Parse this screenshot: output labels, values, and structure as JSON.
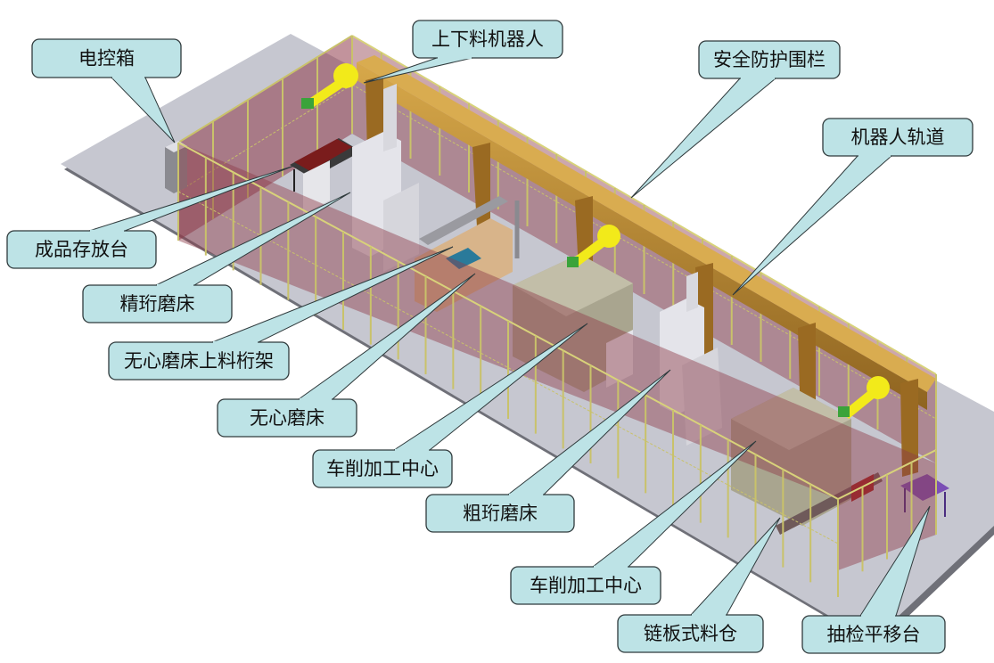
{
  "diagram": {
    "type": "isometric-layout-with-callouts",
    "labels": {
      "control_cabinet": "电控箱",
      "loading_robot": "上下料机器人",
      "safety_fence": "安全防护围栏",
      "robot_track": "机器人轨道",
      "finished_product_table": "成品存放台",
      "fine_honing_machine": "精珩磨床",
      "centerless_loading_gantry": "无心磨床上料桁架",
      "centerless_grinder": "无心磨床",
      "turning_center_1": "车削加工中心",
      "rough_honing_machine": "粗珩磨床",
      "turning_center_2": "车削加工中心",
      "chain_plate_bin": "链板式料仓",
      "inspection_shuttle_table": "抽检平移台"
    },
    "colors": {
      "callout_fill": "#bde3e6",
      "callout_stroke": "#2f3a3c",
      "floor": "#c6c7d0",
      "floor_edge": "#6f7078",
      "fence_panel": "#8f3b4a",
      "fence_post": "#c9c26a",
      "track": "#b5862d",
      "robot": "#f2ea1a",
      "machine_beige": "#a9a58f",
      "machine_white": "#e4e4ea"
    }
  }
}
